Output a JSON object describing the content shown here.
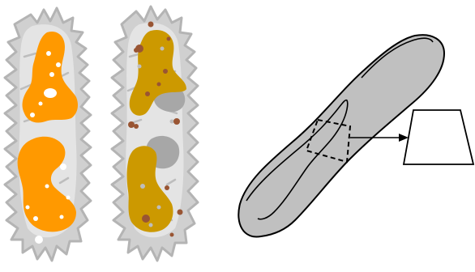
{
  "diagram": {
    "colors": {
      "spine_fill": "#d0d0d0",
      "spine_stroke": "#b4b4b4",
      "body_light": "#e6e6e6",
      "orange": "#ff9900",
      "mustard": "#cc9900",
      "grey_patch": "#a7a7a7",
      "brown_spot": "#995533",
      "rod_fill": "#c0c0c0",
      "line": "#000000",
      "white": "#ffffff"
    },
    "parts": [
      "organism-orange-pigmented",
      "organism-mustard-pigmented",
      "elongated-rod-body",
      "dashed-section-box",
      "pointer-arrow",
      "trapezoid-cross-section"
    ]
  }
}
